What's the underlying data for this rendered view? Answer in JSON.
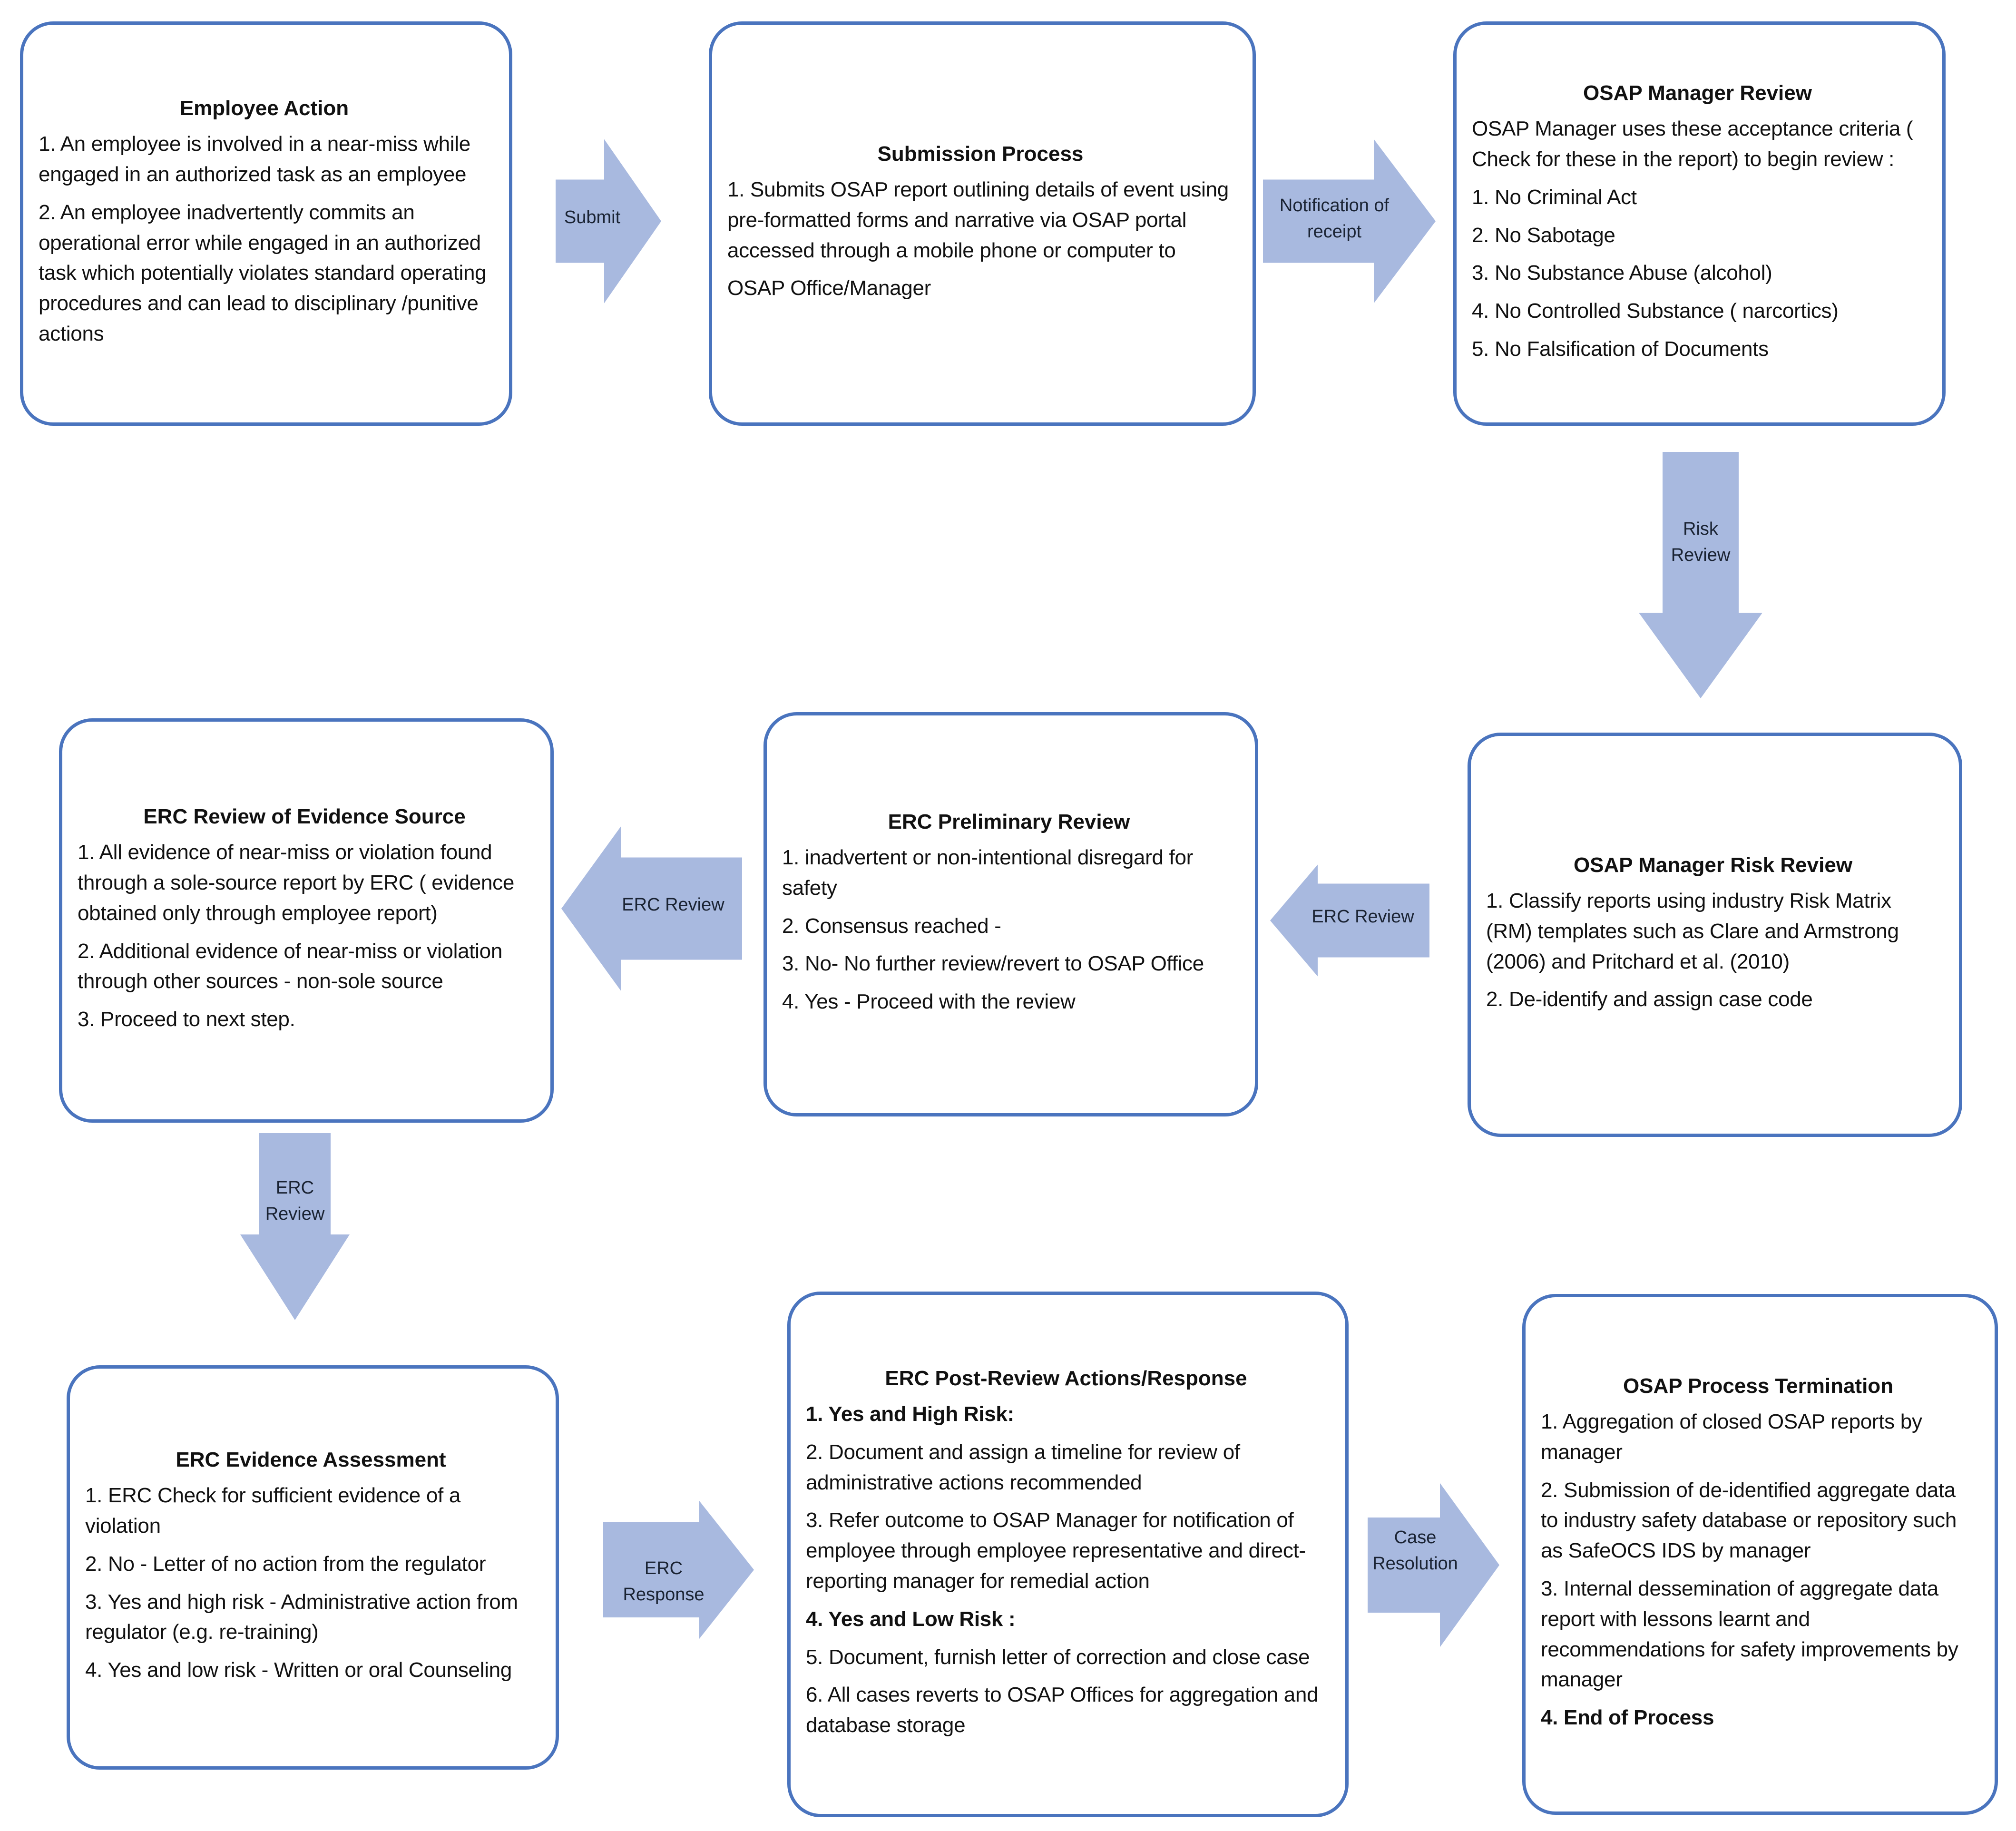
{
  "colors": {
    "box_border": "#4a74be",
    "arrow_fill": "#a8b9df",
    "text": "#111111"
  },
  "boxes": {
    "employee_action": {
      "title": "Employee Action",
      "items": [
        "1. An employee is involved in a near-miss while engaged in an authorized task as an employee",
        "2. An employee inadvertently commits an operational error while engaged in an authorized task which potentially violates standard operating procedures and can lead to disciplinary /punitive actions"
      ]
    },
    "submission_process": {
      "title": "Submission Process",
      "items": [
        "1. Submits OSAP report outlining details of event using pre-formatted forms and narrative via OSAP portal accessed through a mobile phone or computer to",
        "OSAP Office/Manager"
      ]
    },
    "osap_manager_review": {
      "title": "OSAP Manager Review",
      "items": [
        "OSAP Manager uses these acceptance criteria ( Check for these in the report) to begin review :",
        "1. No Criminal Act",
        "2. No Sabotage",
        "3. No Substance Abuse (alcohol)",
        "4. No Controlled Substance ( narcortics)",
        "5. No Falsification of Documents"
      ]
    },
    "osap_manager_risk_review": {
      "title": "OSAP Manager Risk Review",
      "items": [
        "1. Classify reports using  industry Risk Matrix (RM) templates such as Clare and Armstrong (2006)  and Pritchard et al. (2010)",
        "2. De-identify and assign case code"
      ]
    },
    "erc_preliminary_review": {
      "title": "ERC Preliminary Review",
      "items": [
        "1. inadvertent or non-intentional disregard for safety",
        "2. Consensus reached -",
        "3. No- No further review/revert to OSAP Office",
        "4. Yes - Proceed with the review"
      ]
    },
    "erc_review_evidence_source": {
      "title": "ERC Review of Evidence Source",
      "items": [
        "1. All evidence of near-miss or violation found through a sole-source report by ERC ( evidence obtained only through employee report)",
        "2. Additional evidence of near-miss or violation through other sources - non-sole source",
        "3. Proceed to next step."
      ]
    },
    "erc_evidence_assessment": {
      "title": "ERC Evidence Assessment",
      "items": [
        "1. ERC Check for sufficient evidence of a violation",
        "2. No - Letter of no action  from the regulator",
        "3. Yes and high risk - Administrative action from regulator (e.g. re-training)",
        "4. Yes and low risk - Written or oral Counseling"
      ]
    },
    "erc_post_review": {
      "title": "ERC Post-Review Actions/Response",
      "items": [
        "1. Yes and High Risk:",
        "2. Document and assign a timeline for review of administrative actions recommended",
        "3. Refer outcome to OSAP Manager for notification of employee through employee representative and  direct-reporting manager for remedial action",
        "4. Yes and Low Risk :",
        "5. Document, furnish letter of correction and close case",
        "6. All cases reverts to OSAP Offices for aggregation and database storage"
      ]
    },
    "osap_process_termination": {
      "title": "OSAP Process Termination",
      "items": [
        "1. Aggregation of closed OSAP reports by manager",
        "2. Submission of de-identified aggregate data to industry safety database or repository such as SafeOCS IDS by manager",
        "3. Internal dessemination of aggregate data report with lessons learnt and recommendations for safety improvements by manager",
        "4. End of Process"
      ]
    }
  },
  "arrows": {
    "submit": "Submit",
    "notification": "Notification of\nreceipt",
    "risk_review": "Risk\nReview",
    "erc_review_1": "ERC Review",
    "erc_review_2": "ERC Review",
    "erc_review_down": "ERC\nReview",
    "erc_response": "ERC Response",
    "case_resolution": "Case\nResolution"
  }
}
